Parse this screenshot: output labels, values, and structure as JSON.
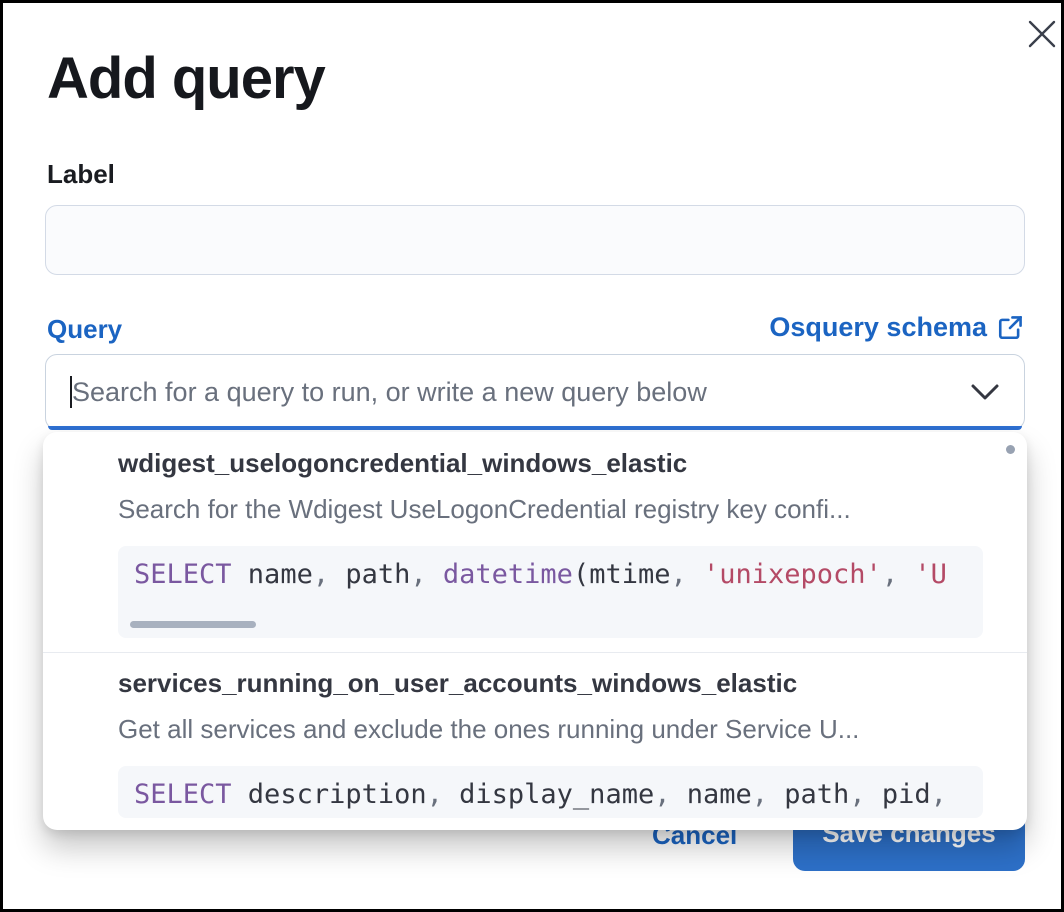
{
  "modal": {
    "title": "Add query"
  },
  "fields": {
    "label": {
      "label": "Label",
      "value": ""
    },
    "query": {
      "label": "Query",
      "schema_link_label": "Osquery schema",
      "placeholder": "Search for a query to run, or write a new query below",
      "value": ""
    }
  },
  "dropdown": {
    "options": [
      {
        "title": "wdigest_uselogoncredential_windows_elastic",
        "description": "Search for the Wdigest UseLogonCredential registry key confi...",
        "code_tokens": [
          {
            "t": "kw",
            "v": "SELECT"
          },
          {
            "t": "tx",
            "v": " name"
          },
          {
            "t": "pu",
            "v": ", "
          },
          {
            "t": "tx",
            "v": "path"
          },
          {
            "t": "pu",
            "v": ", "
          },
          {
            "t": "kw",
            "v": "datetime"
          },
          {
            "t": "tx",
            "v": "(mtime"
          },
          {
            "t": "pu",
            "v": ", "
          },
          {
            "t": "st",
            "v": "'unixepoch'"
          },
          {
            "t": "pu",
            "v": ", "
          },
          {
            "t": "st",
            "v": "'U"
          }
        ]
      },
      {
        "title": "services_running_on_user_accounts_windows_elastic",
        "description": "Get all services and exclude the ones running under Service U...",
        "code_tokens": [
          {
            "t": "kw",
            "v": "SELECT"
          },
          {
            "t": "tx",
            "v": " description"
          },
          {
            "t": "pu",
            "v": ", "
          },
          {
            "t": "tx",
            "v": "display_name"
          },
          {
            "t": "pu",
            "v": ", "
          },
          {
            "t": "tx",
            "v": "name"
          },
          {
            "t": "pu",
            "v": ", "
          },
          {
            "t": "tx",
            "v": "path"
          },
          {
            "t": "pu",
            "v": ", "
          },
          {
            "t": "tx",
            "v": "pid"
          },
          {
            "t": "pu",
            "v": ","
          }
        ]
      }
    ]
  },
  "footer": {
    "cancel_label": "Cancel",
    "save_label": "Save changes"
  },
  "icons": {
    "close": "close-icon",
    "chevron_down": "chevron-down-icon",
    "external_link": "external-link-icon"
  },
  "colors": {
    "accent_blue": "#1b64c2",
    "focus_underline": "#2e6fd1",
    "save_button": "#2d70c8",
    "text_dark": "#343741",
    "text_gray": "#69707d",
    "border_gray": "#d3dae6",
    "code_bg": "#f5f7fa",
    "code_keyword": "#7a58a0",
    "code_string": "#b44a66",
    "scrollbar": "#a8b1bf"
  }
}
